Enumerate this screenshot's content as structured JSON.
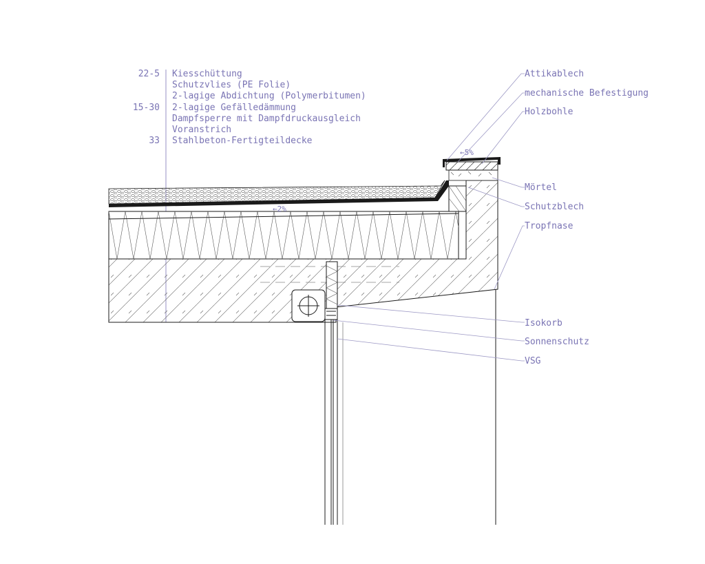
{
  "layer_schedule": [
    {
      "thickness": "22-5",
      "layer": "Kiesschüttung"
    },
    {
      "thickness": "",
      "layer": "Schutzvlies (PE Folie)"
    },
    {
      "thickness": "",
      "layer": "2-lagige Abdichtung (Polymerbitumen)"
    },
    {
      "thickness": "15-30",
      "layer": "2-lagige Gefälledämmung"
    },
    {
      "thickness": "",
      "layer": "Dampfsperre mit Dampfdruckausgleich"
    },
    {
      "thickness": "",
      "layer": "Voranstrich"
    },
    {
      "thickness": "33",
      "layer": "Stahlbeton-Fertigteildecke"
    }
  ],
  "callouts": [
    "Attikablech",
    "mechanische Befestigung",
    "Holzbohle",
    "Mörtel",
    "Schutzblech",
    "Tropfnase",
    "Isokorb",
    "Sonnenschutz",
    "VSG"
  ],
  "slopes": {
    "roof": "←2%",
    "parapet": "←5%"
  },
  "colors": {
    "annotation": "#7a74b4",
    "leader": "#9b97c4",
    "linework": "#1a1a1a"
  }
}
